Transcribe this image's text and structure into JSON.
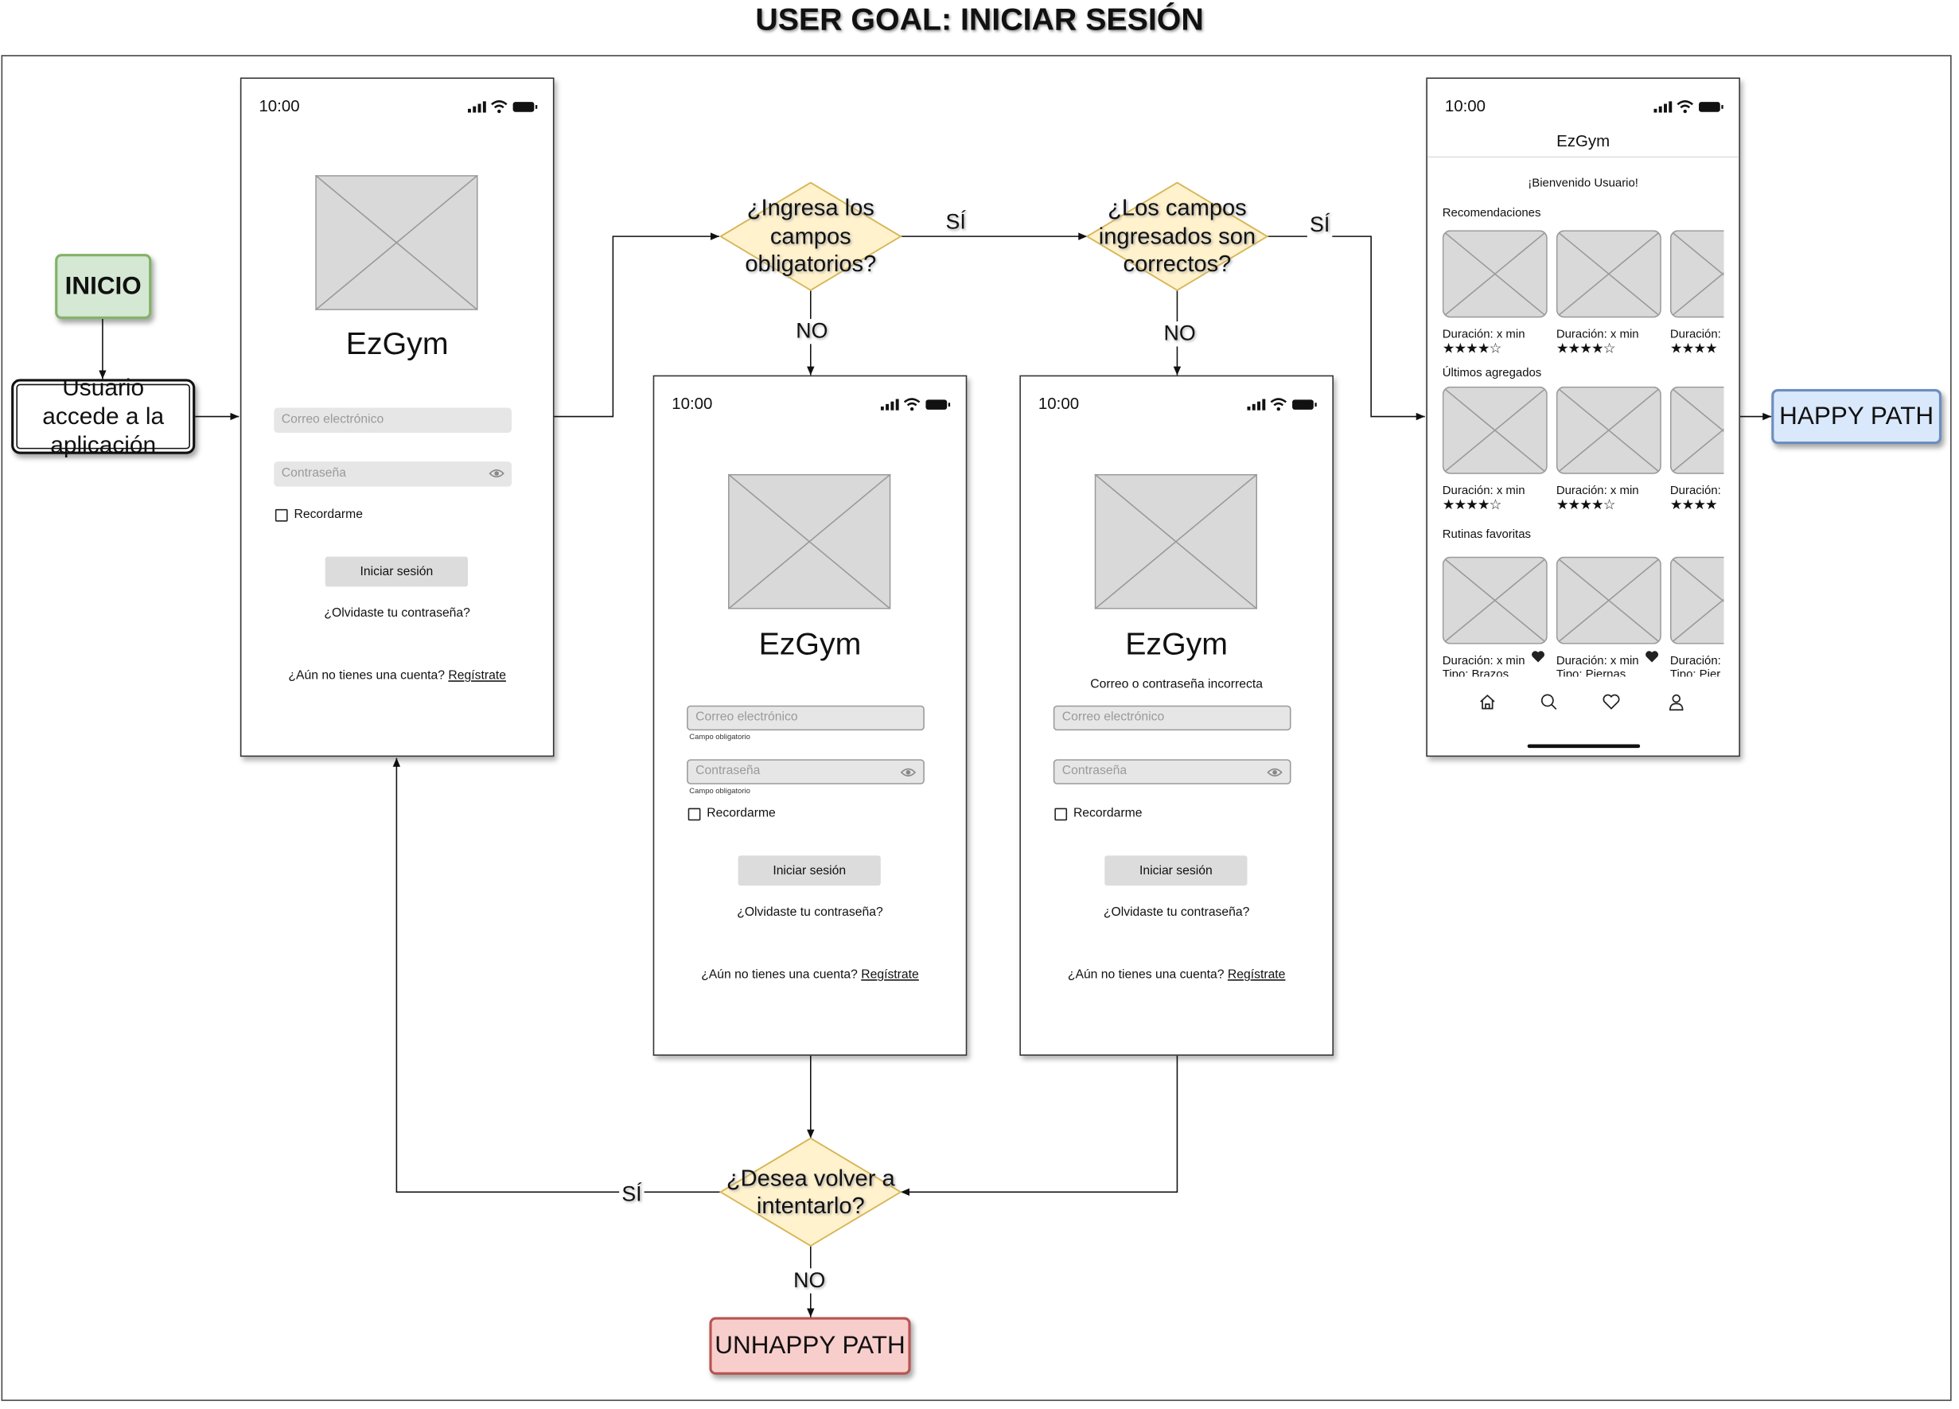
{
  "title": "USER GOAL: INICIAR SESIÓN",
  "nodes": {
    "inicio": "INICIO",
    "usuario": "Usuario accede a la aplicación",
    "decision_fields": "¿Ingresa los campos obligatorios?",
    "decision_correct": "¿Los campos ingresados son correctos?",
    "decision_retry": "¿Desea volver a intentarlo?",
    "happy": "HAPPY PATH",
    "unhappy": "UNHAPPY PATH"
  },
  "edge_labels": {
    "yes": "SÍ",
    "no": "NO"
  },
  "colors": {
    "start": "#d5e8d4",
    "decision": "#fff2cc",
    "happy": "#dae8fc",
    "unhappy": "#f8cecc"
  },
  "login": {
    "time": "10:00",
    "brand": "EzGym",
    "email_placeholder": "Correo electrónico",
    "password_placeholder": "Contraseña",
    "required_hint": "Campo obligatorio",
    "remember": "Recordarme",
    "login_button": "Iniciar sesión",
    "forgot": "¿Olvidaste tu contraseña?",
    "signup_prompt": "¿Aún no tienes una cuenta?",
    "signup_link": "Regístrate",
    "error_message": "Correo o contraseña incorrecta"
  },
  "home": {
    "time": "10:00",
    "title": "EzGym",
    "welcome": "¡Bienvenido Usuario!",
    "sections": {
      "recommendations": "Recomendaciones",
      "latest": "Últimos agregados",
      "favorites": "Rutinas favoritas"
    },
    "duration": "Duración: x min",
    "duration_short": "Duración:",
    "rating": "★★★★☆",
    "rating_cut": "★★★★",
    "type_arms": "Tipo: Brazos",
    "type_legs": "Tipo: Piernas",
    "type_cut": "Tipo: Pier",
    "nav_icons": [
      "home-icon",
      "search-icon",
      "heart-icon",
      "user-icon"
    ]
  }
}
